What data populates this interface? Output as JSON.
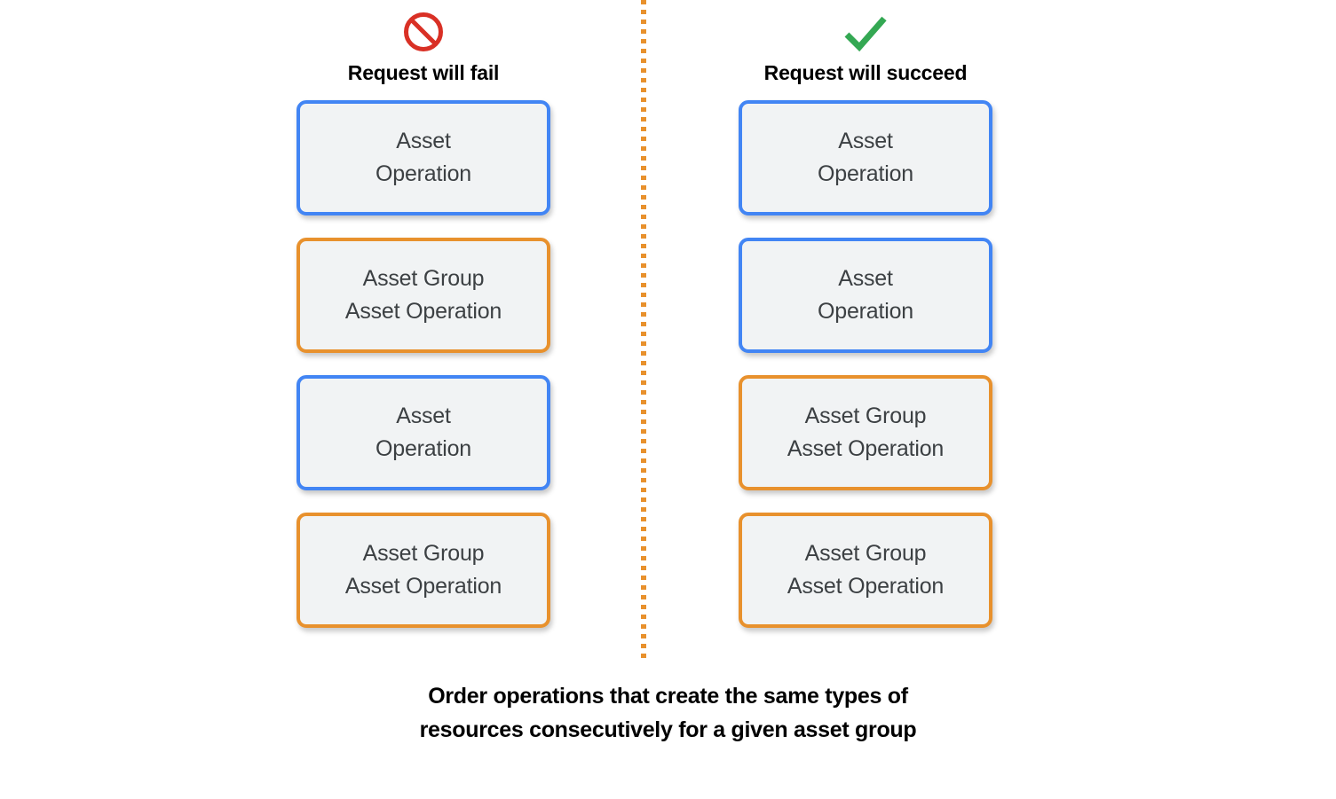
{
  "diagram": {
    "background_color": "#FFFFFF",
    "divider": {
      "name": "vertical-dotted-divider",
      "color": "#E8912D",
      "style": "dotted"
    },
    "colors": {
      "accent_blue": "#4285F4",
      "accent_orange": "#E8912D",
      "box_fill": "#F1F3F4",
      "box_text": "#3C4043",
      "fail_icon": "#D93025",
      "success_icon": "#34A853",
      "heading_text": "#000000"
    },
    "columns": [
      {
        "id": "fail",
        "icon": "prohibition-icon",
        "icon_color": "#D93025",
        "title": "Request will fail",
        "boxes": [
          {
            "label": "Asset\nOperation",
            "accent": "blue"
          },
          {
            "label": "Asset Group\nAsset Operation",
            "accent": "orange"
          },
          {
            "label": "Asset\nOperation",
            "accent": "blue"
          },
          {
            "label": "Asset Group\nAsset Operation",
            "accent": "orange"
          }
        ]
      },
      {
        "id": "succeed",
        "icon": "checkmark-icon",
        "icon_color": "#34A853",
        "title": "Request will succeed",
        "boxes": [
          {
            "label": "Asset\nOperation",
            "accent": "blue"
          },
          {
            "label": "Asset\nOperation",
            "accent": "blue"
          },
          {
            "label": "Asset Group\nAsset Operation",
            "accent": "orange"
          },
          {
            "label": "Asset Group\nAsset Operation",
            "accent": "orange"
          }
        ]
      }
    ],
    "caption": "Order operations that create the same types of\nresources consecutively for a given asset group"
  }
}
